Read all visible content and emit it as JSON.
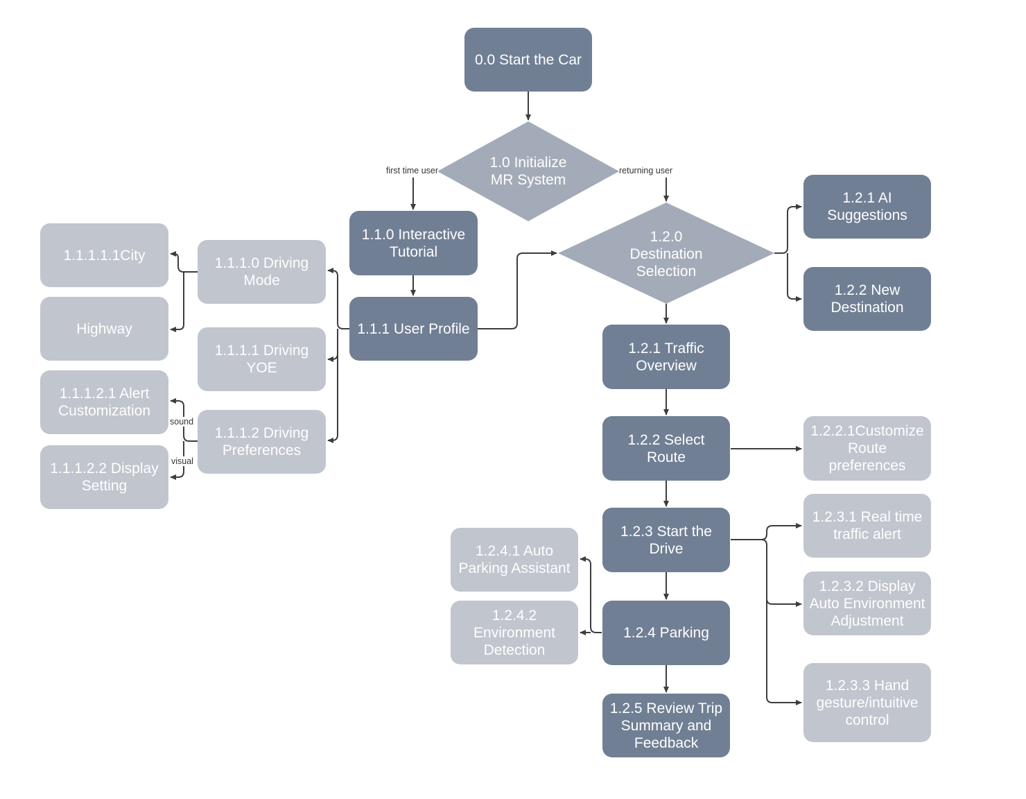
{
  "colors": {
    "dark": "#707f94",
    "light": "#c1c5cd",
    "diamond": "#a4abb8",
    "line": "#3d3d3d"
  },
  "nodes": {
    "start": "0.0 Start the Car",
    "init": "1.0 Initialize\nMR System",
    "tutorial": "1.1.0 Interactive\nTutorial",
    "profile": "1.1.1 User Profile",
    "driving_mode": "1.1.1.0 Driving\nMode",
    "driving_yoe": "1.1.1.1 Driving\nYOE",
    "driving_prefs": "1.1.1.2 Driving\nPreferences",
    "city": "1.1.1.1.1City",
    "highway": "Highway",
    "alert_custom": "1.1.1.2.1 Alert\nCustomization",
    "display_setting": "1.1.1.2.2 Display\nSetting",
    "dest_selection": "1.2.0\nDestination\nSelection",
    "ai_suggestions": "1.2.1 AI\nSuggestions",
    "new_destination": "1.2.2 New\nDestination",
    "traffic_overview": "1.2.1 Traffic\nOverview",
    "select_route": "1.2.2 Select\nRoute",
    "customize_route": "1.2.2.1Customize\nRoute\npreferences",
    "start_drive": "1.2.3 Start the\nDrive",
    "realtime_alert": "1.2.3.1 Real time\ntraffic alert",
    "auto_env": "1.2.3.2 Display\nAuto Environment\nAdjustment",
    "hand_gesture": "1.2.3.3 Hand\ngesture/intuitive\ncontrol",
    "parking": "1.2.4 Parking",
    "auto_parking": "1.2.4.1 Auto\nParking Assistant",
    "env_detection": "1.2.4.2\nEnvironment\nDetection",
    "review_trip": "1.2.5 Review Trip\nSummary and\nFeedback"
  },
  "edge_labels": {
    "first_time": "first time user",
    "returning": "returning user",
    "sound": "sound",
    "visual": "visual"
  }
}
